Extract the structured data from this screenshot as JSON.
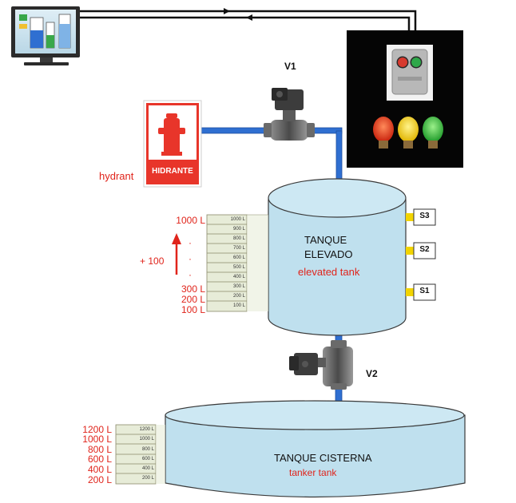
{
  "valves": {
    "v1": "V1",
    "v2": "V2"
  },
  "hydrant": {
    "sign_text": "HIDRANTE",
    "caption": "hydrant"
  },
  "elevated_tank": {
    "title_line1": "TANQUE",
    "title_line2": "ELEVADO",
    "translation": "elevated tank"
  },
  "cistern_tank": {
    "title": "TANQUE CISTERNA",
    "translation": "tanker tank"
  },
  "sensors": [
    "S3",
    "S2",
    "S1"
  ],
  "elevated_levels": {
    "scale_labels": [
      "1000 L",
      "900 L",
      "800 L",
      "700 L",
      "600 L",
      "500 L",
      "400 L",
      "300 L",
      "200 L",
      "100 L"
    ],
    "outer_labels": [
      "1000 L",
      "300 L",
      "200 L",
      "100 L"
    ],
    "step_label": "+ 100",
    "dots": [
      "·",
      "·",
      "·"
    ]
  },
  "cistern_levels": {
    "scale_labels": [
      "1200 L",
      "1000 L",
      "800 L",
      "600 L",
      "400 L",
      "200 L"
    ],
    "outer_labels": [
      "1200 L",
      "1000 L",
      "800 L",
      "600 L",
      "400 L",
      "200 L"
    ]
  },
  "indicator_lights": [
    "red",
    "yellow",
    "green"
  ],
  "colors": {
    "pipe": "#2f6fd1",
    "tank_fill": "#bfe0ee",
    "hydrant_red": "#e8352a",
    "annotation_red": "#e0241b",
    "scale_fill": "#e7ecd8"
  }
}
